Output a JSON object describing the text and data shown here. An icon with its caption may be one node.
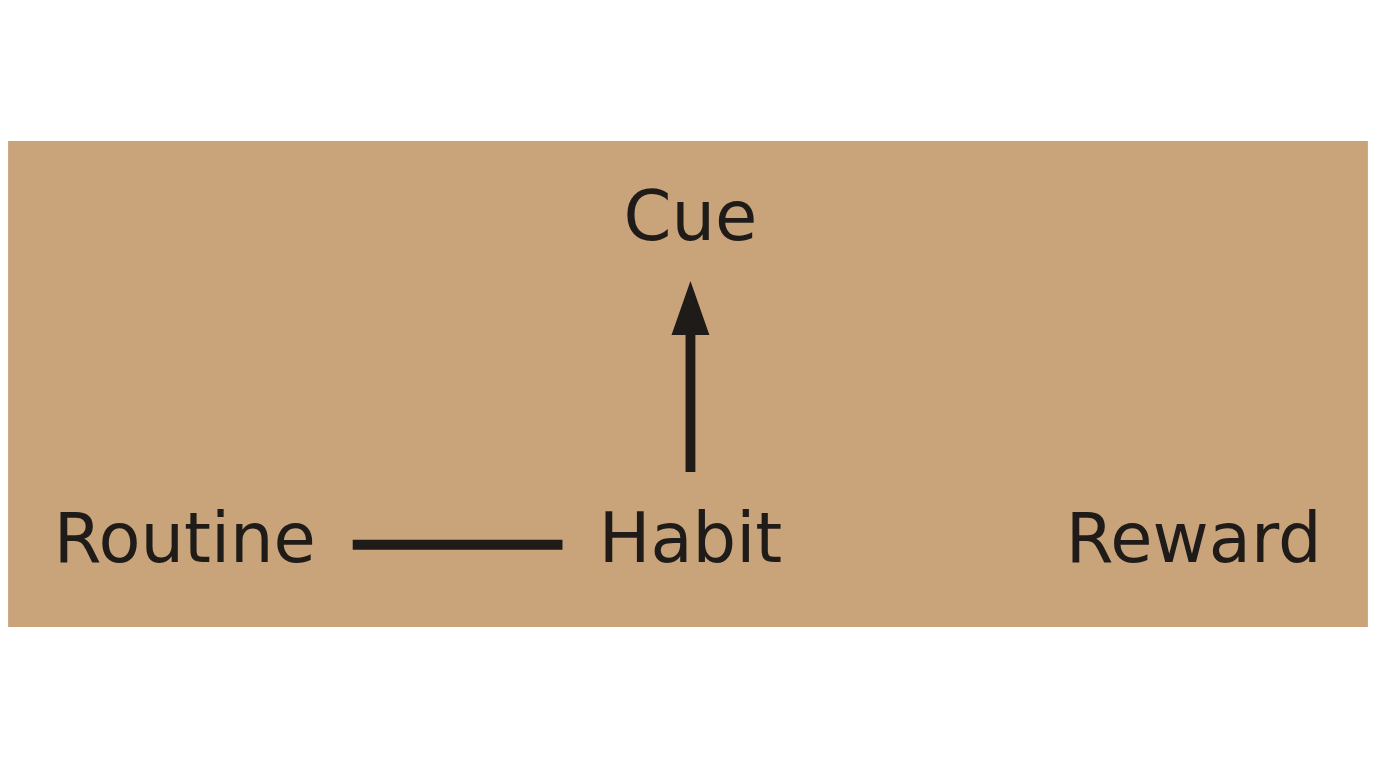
{
  "diagram": {
    "nodes": [
      {
        "text": [
          "Cue"
        ]
      },
      {
        "text": [
          "Habit"
        ]
      },
      {
        "text": [
          "Routine"
        ]
      },
      {
        "text": [
          "Reward"
        ]
      }
    ],
    "edges": [
      {
        "from": 1,
        "to": 0,
        "arrow": "to"
      },
      {
        "from": 2,
        "to": 1,
        "arrow": "none"
      }
    ]
  }
}
